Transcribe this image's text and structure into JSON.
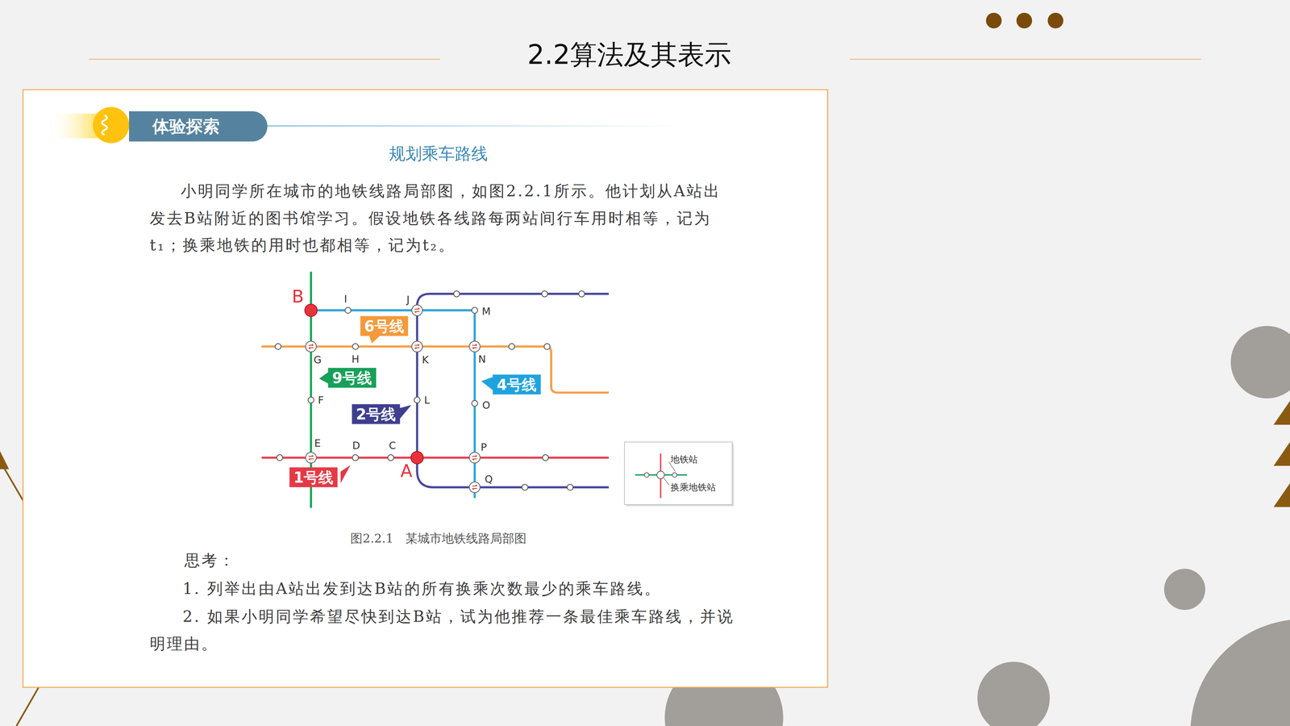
{
  "diagram": {
    "title": "2.2算法及其表示",
    "caption": "图2.2.1　某城市地铁线路局部图",
    "nodes": [
      {
        "text": [
          "体验探索"
        ]
      },
      {
        "text": [
          "6号线"
        ]
      },
      {
        "text": [
          "9号线"
        ]
      },
      {
        "text": [
          "4号线"
        ]
      },
      {
        "text": [
          "2号线"
        ]
      },
      {
        "text": [
          "1号线"
        ]
      }
    ],
    "labels": [
      "规划乘车路线",
      "小明同学所在城市的地铁线路局部图，如图2.2.1所示。他计划从A站出发去B站附近的图书馆学习。假设地铁各线路每两站间行车用时相等，记为t₁；换乘地铁的用时也都相等，记为t₂。",
      "B",
      "I",
      "J",
      "M",
      "G",
      "H",
      "K",
      "N",
      "F",
      "L",
      "O",
      "E",
      "D",
      "C",
      "P",
      "A",
      "Q",
      "思考：",
      "1. 列举出由A站出发到达B站的所有换乘次数最少的乘车路线。",
      "2. 如果小明同学希望尽快到达B站，试为他推荐一条最佳乘车路线，并说明理由。"
    ],
    "legend": [
      {
        "text": "地铁站"
      },
      {
        "text": "换乘地铁站"
      }
    ]
  }
}
